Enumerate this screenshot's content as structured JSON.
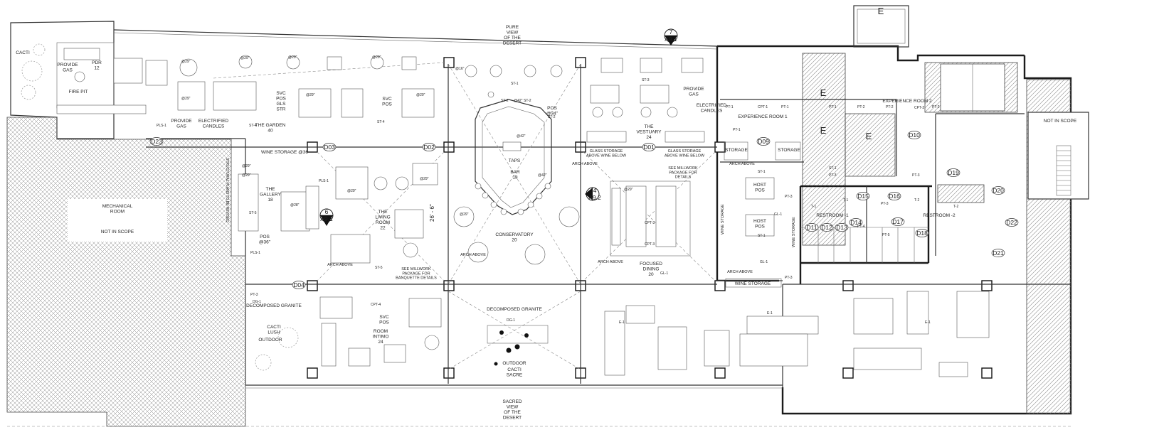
{
  "rooms": {
    "cacti": "CACTI",
    "pdr12": "PDR\n12",
    "provide_gas_pdr": "PROVIDE\nGAS",
    "fire_pit": "FIRE PIT",
    "svc_pos_gls_str": "SVC\nPOS\nGLS\nSTR",
    "svc_pos_garden": "SVC\nPOS",
    "the_garden": "THE GARDEN\n40",
    "provide_gas_1": "PROVIDE\nGAS",
    "electrified_candles_1": "ELECTRIFIED\nCANDLES",
    "mechanical_room": "MECHANICAL\nROOM",
    "not_in_scope_left": "NOT IN SCOPE",
    "wine_storage_36": "WINE STORAGE @36",
    "the_gallery": "THE\nGALLERY\n18",
    "pos_36": "POS\n@36\"",
    "structural_plans": "STRUCTURAL PLANS TO BE REVISED",
    "the_living_room": "THE\nLIVING\nROOM\n22",
    "see_millwork_banquette": "SEE MILLWORK\nPACKAGE FOR\nBANQUETTE DETAILS",
    "arch_above_living": "ARCH ABOVE",
    "dim_26_6": "26' - 6\"",
    "pure_view": "PURE\nVIEW\nOF THE\nDESERT",
    "taps": "TAPS",
    "bar": "BAR\n18",
    "pos_34": "POS\n@34\"",
    "conservatory": "CONSERVATORY\n20",
    "arch_above_conservatory": "ARCH ABOVE",
    "arch_above_conservatory_2": "ARCH ABOVE",
    "the_vestuary": "THE\nVESTUARY\n24",
    "glass_storage_1": "GLASS STORAGE\nABOVE WINE BELOW",
    "glass_storage_2": "GLASS STORAGE\nABOVE WINE BELOW",
    "provide_gas_2": "PROVIDE\nGAS",
    "electrified_candles_2": "ELECTRIFIED\nCANDLES",
    "see_millwork_details": "SEE MILLWORK\nPACKAGE FOR\nDETAILS",
    "focused_dining": "FOCUSED\nDINING\n20",
    "arch_above_focused": "ARCH ABOVE",
    "arch_above_host": "ARCH ABOVE",
    "arch_above_host_2": "ARCH ABOVE",
    "experience_room_1": "EXPERIENCE ROOM 1",
    "experience_room_2": "EXPERIENCE ROOM 2",
    "storage_1": "STORAGE",
    "storage_2": "STORAGE",
    "host_pos_1": "HOST\nPOS",
    "host_pos_2": "HOST\nPOS",
    "wine_storage_v1": "WINE STORAGE",
    "wine_storage_v2": "WINE STORAGE",
    "wine_storage_h": "WINE STORAGE",
    "restroom_1": "RESTROOM -1",
    "restroom_2": "RESTROOM -2",
    "not_in_scope_right": "NOT IN SCOPE",
    "decomposed_granite_left": "DECOMPOSED GRANITE",
    "cacti_lush": "CACTI\nLUSH",
    "outdoor_left": "OUTDOOR",
    "svc_pos_intimo": "SVC\nPOS",
    "room_intimo": "ROOM\nINTIMO\n24",
    "decomposed_granite_center": "DECOMPOSED GRANITE",
    "outdoor_center": "OUTDOOR",
    "cacti_sacre": "CACTI\nSACRE",
    "sacred_view": "SACRED\nVIEW\nOF THE\nDESERT"
  },
  "e_blocks": [
    "E",
    "E",
    "E",
    "E"
  ],
  "doors": [
    "D01",
    "D02",
    "D03",
    "D04",
    "D09",
    "D10",
    "D11",
    "D12",
    "D13",
    "D14",
    "D15",
    "D16",
    "D17",
    "D18",
    "D19",
    "D20",
    "D21",
    "D22",
    "D23"
  ],
  "section_markers": [
    {
      "num": "7",
      "ref": "A9.1"
    },
    {
      "num": "6",
      "ref": "A9.1"
    },
    {
      "num": "4",
      "ref": "A9.2"
    }
  ],
  "finish_tags": [
    "PLS-1",
    "ST-4",
    "ST-4",
    "ST-1",
    "ST-2",
    "ST-2",
    "ST-2",
    "ST-3",
    "CPT-1",
    "PT-1",
    "PT-1",
    "PT-1",
    "PT-1",
    "PT-2",
    "PT-2",
    "CPT-2",
    "PT-2",
    "PT-3",
    "PT-3",
    "PT-3",
    "PT-3",
    "PT-3",
    "T-1",
    "T-1",
    "T-2",
    "T-2",
    "GL-1",
    "GL-1",
    "ST-1",
    "ST-1",
    "ST-1",
    "PLS-1",
    "PLS-1",
    "ST-5",
    "ST-5",
    "CPT-3",
    "CPT-3",
    "CPT-4",
    "DG-1",
    "DG-1",
    "GL-1",
    "E-1",
    "E-1",
    "E-1",
    "PT-3",
    "PT-4",
    "PT-5"
  ],
  "dims": [
    "@29\"",
    "@29\"",
    "@29\"",
    "@29\"",
    "@29\"",
    "@29\"",
    "@29\"",
    "@42\"",
    "@42\"",
    "@42\"",
    "@16\"",
    "@29\"",
    "@29\"",
    "@29\"",
    "@28\"",
    "@29\"",
    "@29\"",
    "@29\""
  ],
  "colors": {
    "ink": "#1b1b1b",
    "hatch": "#8a8a8a",
    "planting": "#9a9a9a"
  }
}
